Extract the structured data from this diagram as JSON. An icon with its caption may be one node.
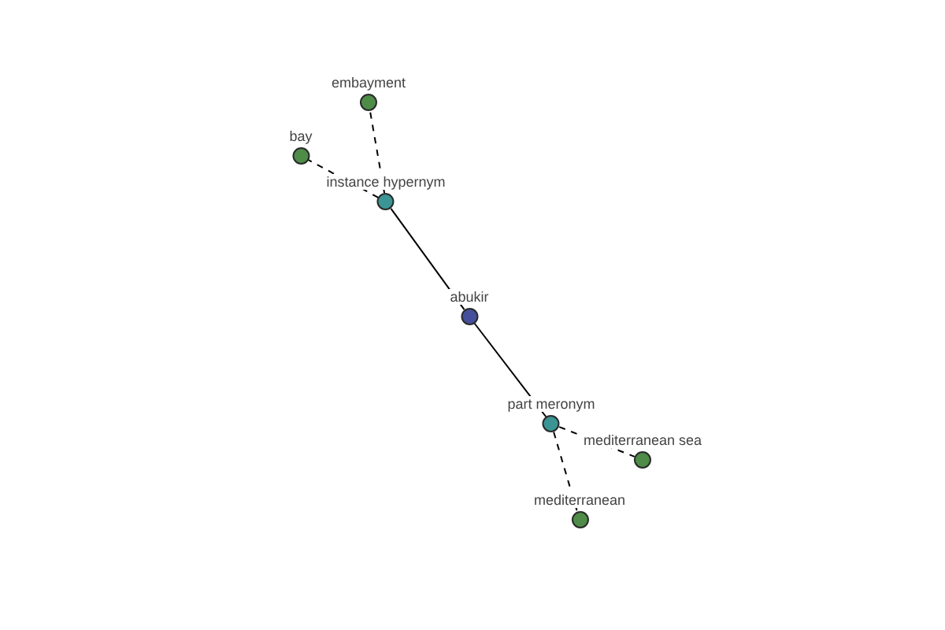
{
  "diagram": {
    "nodes": [
      {
        "text": [
          "embayment"
        ]
      },
      {
        "text": [
          "bay"
        ]
      },
      {
        "text": [
          "instance hypernym"
        ]
      },
      {
        "text": [
          "abukir"
        ]
      },
      {
        "text": [
          "part meronym"
        ]
      },
      {
        "text": [
          "mediterranean sea"
        ]
      },
      {
        "text": [
          "mediterranean"
        ]
      }
    ],
    "edges": [
      {
        "from": 3,
        "to": 2,
        "arrow": "none"
      },
      {
        "from": 3,
        "to": 4,
        "arrow": "none"
      },
      {
        "from": 2,
        "to": 0,
        "arrow": "none",
        "style": "dashed"
      },
      {
        "from": 2,
        "to": 1,
        "arrow": "none",
        "style": "dashed"
      },
      {
        "from": 4,
        "to": 5,
        "arrow": "none",
        "style": "dashed"
      },
      {
        "from": 4,
        "to": 6,
        "arrow": "none",
        "style": "dashed"
      }
    ]
  }
}
